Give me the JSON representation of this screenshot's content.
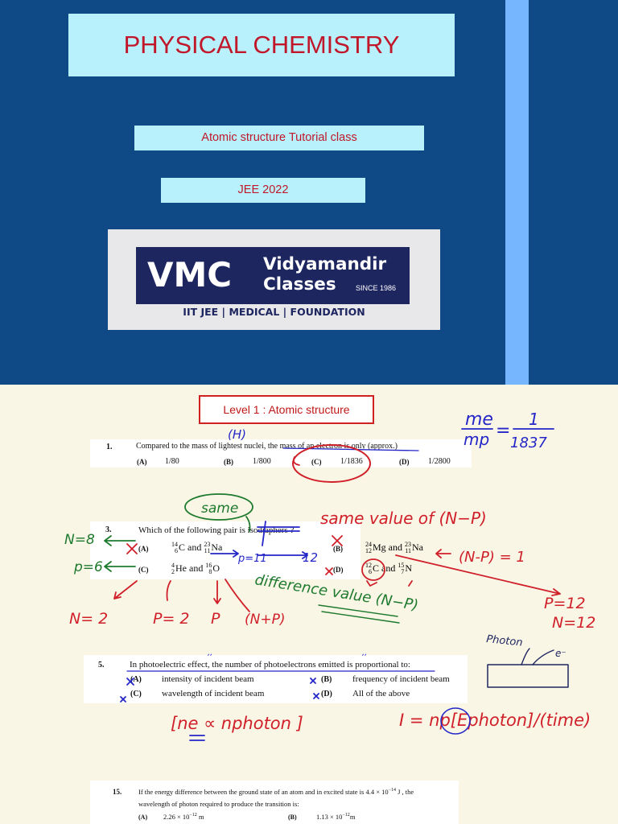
{
  "slide": {
    "title": "PHYSICAL CHEMISTRY",
    "subtitle": "Atomic structure Tutorial class",
    "exam": "JEE 2022",
    "logo": {
      "abbr": "VMC",
      "name_line1": "Vidyamandir",
      "name_line2": "Classes",
      "since": "SINCE 1986",
      "tagline": "IIT JEE | MEDICAL | FOUNDATION"
    }
  },
  "level_heading": "Level 1   :   Atomic structure",
  "questions": {
    "q1": {
      "number": "1.",
      "text": "Compared to the mass of lightest nuclei, the mass of an electron is only (approx.)",
      "options": [
        {
          "label": "(A)",
          "text": "1/80"
        },
        {
          "label": "(B)",
          "text": "1/800"
        },
        {
          "label": "(C)",
          "text": "1/1836"
        },
        {
          "label": "(D)",
          "text": "1/2800"
        }
      ]
    },
    "q3": {
      "number": "3.",
      "text": "Which of the following pair is isodiaphers ?",
      "options": [
        {
          "label": "(A)",
          "a_mass": "14",
          "a_z": "6",
          "a_sym": "C",
          "b_mass": "23",
          "b_z": "11",
          "b_sym": "Na"
        },
        {
          "label": "(B)",
          "a_mass": "24",
          "a_z": "12",
          "a_sym": "Mg",
          "b_mass": "23",
          "b_z": "11",
          "b_sym": "Na"
        },
        {
          "label": "(C)",
          "a_mass": "4",
          "a_z": "2",
          "a_sym": "He",
          "b_mass": "16",
          "b_z": "8",
          "b_sym": "O"
        },
        {
          "label": "(D)",
          "a_mass": "12",
          "a_z": "6",
          "a_sym": "C",
          "b_mass": "15",
          "b_z": "7",
          "b_sym": "N"
        }
      ],
      "and_word": "and"
    },
    "q5": {
      "number": "5.",
      "text": "In photoelectric effect, the number of photoelectrons emitted is proportional to:",
      "options": [
        {
          "label": "(A)",
          "text": "intensity of incident beam"
        },
        {
          "label": "(B)",
          "text": "frequency of incident beam"
        },
        {
          "label": "(C)",
          "text": "wavelength of incident beam"
        },
        {
          "label": "(D)",
          "text": "All of the above"
        }
      ]
    },
    "q15": {
      "number": "15.",
      "text_line1": "If the energy difference between the ground state of an atom and in excited state is  4.4 × 10",
      "text_exp": "−14",
      "text_line1_end": " J , the",
      "text_line2": "wavelength of photon required to produce the transition is:",
      "options": [
        {
          "label": "(A)",
          "mantissa": "2.26 × 10",
          "exp": "−12",
          "unit": " m"
        },
        {
          "label": "(B)",
          "mantissa": "1.13 × 10",
          "exp": "−12",
          "unit": "m"
        }
      ]
    }
  },
  "handwriting": {
    "ratio_num": "me",
    "ratio_den": "mp",
    "ratio_val_num": "1",
    "ratio_val_den": "1837",
    "eq": "=",
    "h_label": "(H)",
    "same": "same",
    "same_value": "same value of (N−P)",
    "n8": "N=8",
    "p6": "p=6",
    "p11": "p=11",
    "n12_mark": "12",
    "np_eq_1": "(N-P) = 1",
    "diff_value": "difference value (N−P)",
    "p12": "P=12",
    "n12": "N=12",
    "n2": "N= 2",
    "p2": "P= 2",
    "p": "P",
    "n_plus_p": "(N+P)",
    "prop_left": "[ne  ∝  nphoton ]",
    "intensity": "I = np[Ephoton]/(time)",
    "photon": "Photon",
    "e_minus": "e⁻",
    "colors": {
      "red": "#d0202a",
      "blue": "#2426c8",
      "green": "#1e7a2e"
    }
  }
}
